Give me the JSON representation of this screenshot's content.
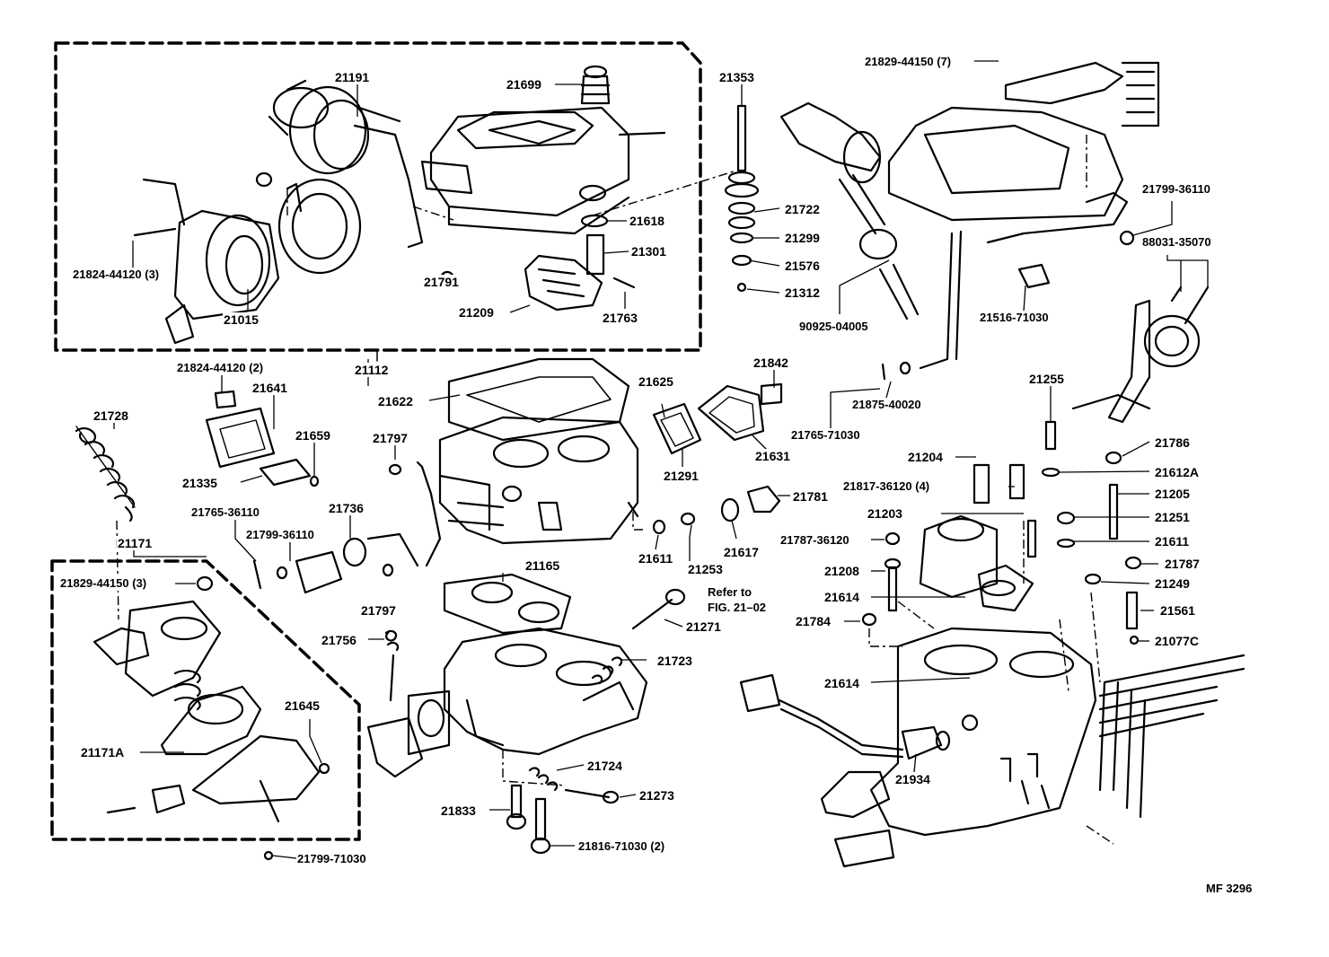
{
  "diagram": {
    "code": "MF 3296",
    "colors": {
      "ink": "#000000",
      "paper": "#ffffff"
    },
    "parts": [
      "21191",
      "21699",
      "21353",
      "21829-44150 (7)",
      "21799-36110",
      "88031-35070",
      "21824-44120 (3)",
      "21015",
      "21791",
      "21618",
      "21301",
      "21209",
      "21763",
      "21722",
      "21299",
      "21576",
      "21312",
      "90925-04005",
      "21516-71030",
      "21112",
      "21824-44120 (2)",
      "21641",
      "21659",
      "21335",
      "21728",
      "21622",
      "21625",
      "21842",
      "21291",
      "21631",
      "21797",
      "21875-40020",
      "21765-71030",
      "21255",
      "21786",
      "21612A",
      "21204",
      "21817-36120 (4)",
      "21205",
      "21203",
      "21251",
      "21611",
      "21787-36120",
      "21787",
      "21208",
      "21249",
      "21614",
      "21561",
      "21784",
      "21077C",
      "21765-36110",
      "21799-36110",
      "21736",
      "21171",
      "21829-44150 (3)",
      "21165",
      "Refer to",
      "FIG. 21–02",
      "21271",
      "21756",
      "21723",
      "21645",
      "21171A",
      "21724",
      "21273",
      "21833",
      "21816-71030 (2)",
      "21799-71030",
      "21781",
      "21617",
      "21253",
      "21934"
    ]
  }
}
